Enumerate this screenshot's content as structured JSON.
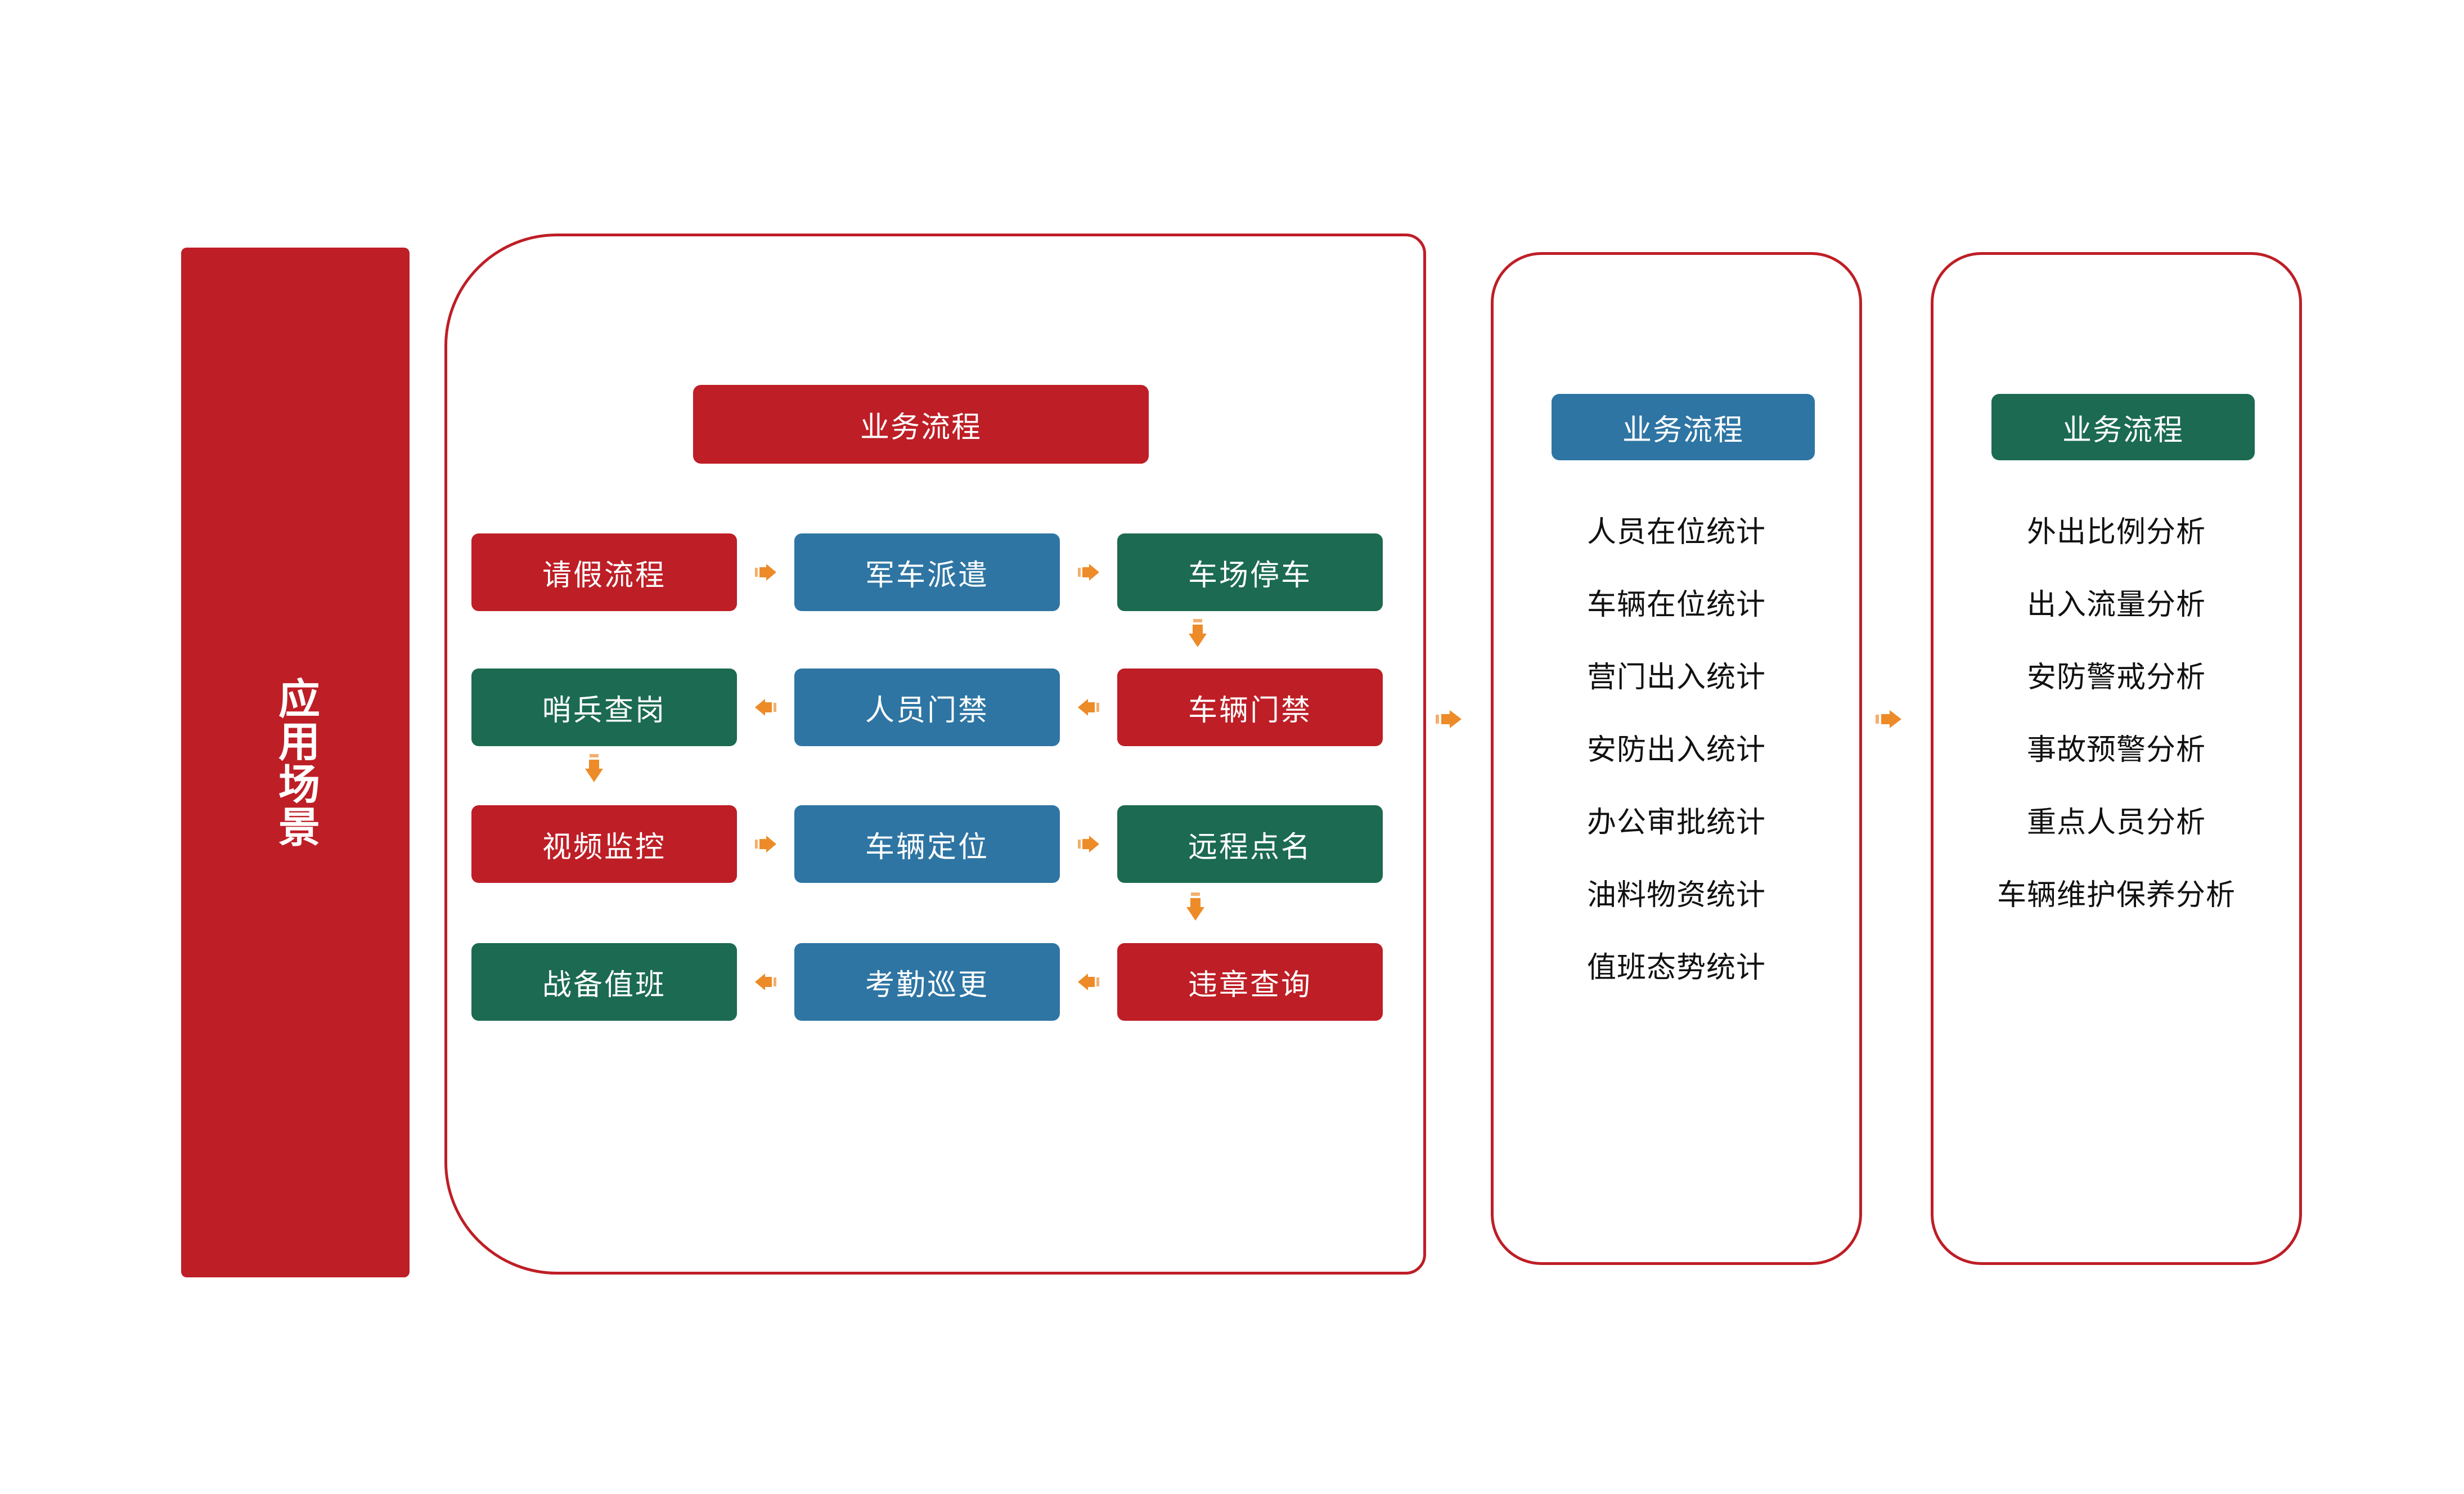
{
  "banner": {
    "label": "应用场景"
  },
  "colors": {
    "red": "#BE1E26",
    "blue": "#2E75A3",
    "green": "#1B6A51",
    "orange": "#ED8B28",
    "text_dark": "#111111",
    "white": "#FFFFFF"
  },
  "panels": {
    "process": {
      "header": "业务流程",
      "header_color": "#BE1E26",
      "rows": [
        {
          "boxes": [
            {
              "label": "请假流程",
              "color": "red"
            },
            {
              "label": "军车派遣",
              "color": "blue"
            },
            {
              "label": "车场停车",
              "color": "green"
            }
          ],
          "arrow_direction": "right"
        },
        {
          "boxes": [
            {
              "label": "哨兵查岗",
              "color": "green"
            },
            {
              "label": "人员门禁",
              "color": "blue"
            },
            {
              "label": "车辆门禁",
              "color": "red"
            }
          ],
          "arrow_direction": "left"
        },
        {
          "boxes": [
            {
              "label": "视频监控",
              "color": "red"
            },
            {
              "label": "车辆定位",
              "color": "blue"
            },
            {
              "label": "远程点名",
              "color": "green"
            }
          ],
          "arrow_direction": "right"
        },
        {
          "boxes": [
            {
              "label": "战备值班",
              "color": "green"
            },
            {
              "label": "考勤巡更",
              "color": "blue"
            },
            {
              "label": "违章查询",
              "color": "red"
            }
          ],
          "arrow_direction": "left"
        }
      ]
    },
    "statistics": {
      "header": "业务流程",
      "header_color": "#2E75A3",
      "items": [
        "人员在位统计",
        "车辆在位统计",
        "营门出入统计",
        "安防出入统计",
        "办公审批统计",
        "油料物资统计",
        "值班态势统计"
      ]
    },
    "analysis": {
      "header": "业务流程",
      "header_color": "#1B6A51",
      "items": [
        "外出比例分析",
        "出入流量分析",
        "安防警戒分析",
        "事故预警分析",
        "重点人员分析",
        "车辆维护保养分析"
      ]
    }
  }
}
